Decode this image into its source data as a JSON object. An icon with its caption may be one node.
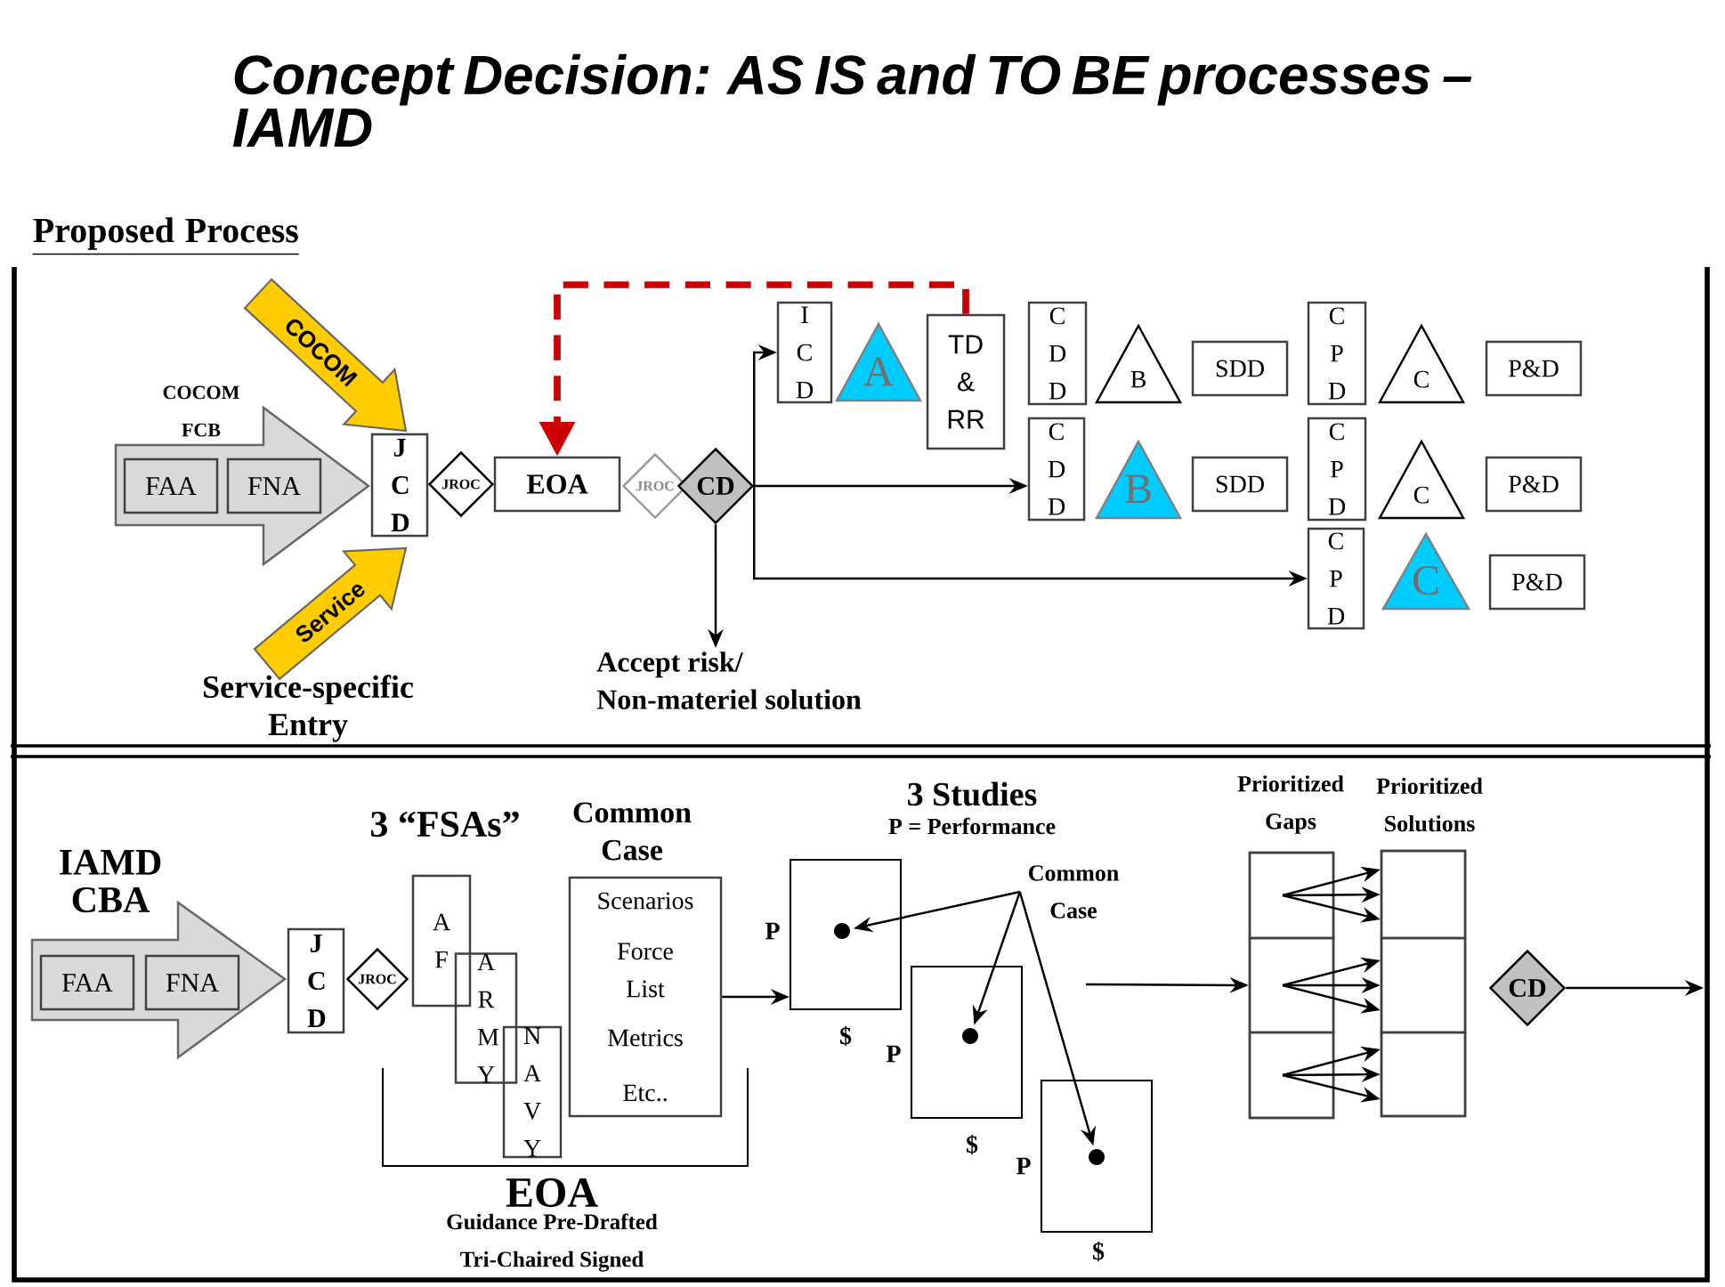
{
  "diagram": {
    "title": "Concept Decision: AS IS and TO BE processes – IAMD",
    "nodes": [
      {
        "text": [
          "COCOM FCB"
        ]
      },
      {
        "text": [
          "FAA"
        ],
        "in": 0
      },
      {
        "text": [
          "FNA"
        ],
        "in": 0
      },
      {
        "text": [
          "COCOM"
        ]
      },
      {
        "text": [
          "Service"
        ]
      },
      {
        "text": [
          "J C D"
        ]
      },
      {
        "text": [
          "JROC"
        ]
      },
      {
        "text": [
          "EOA"
        ]
      },
      {
        "text": [
          "JROC"
        ]
      },
      {
        "text": [
          "CD"
        ]
      },
      {
        "text": [
          "Accept risk/ Non-materiel solution"
        ]
      },
      {
        "text": [
          "I C D"
        ]
      },
      {
        "text": [
          "A"
        ]
      },
      {
        "text": [
          "TD & RR"
        ]
      },
      {
        "text": [
          "C D D"
        ]
      },
      {
        "text": [
          "B"
        ]
      },
      {
        "text": [
          "SDD"
        ]
      },
      {
        "text": [
          "C P D"
        ]
      },
      {
        "text": [
          "C"
        ]
      },
      {
        "text": [
          "P&D"
        ]
      },
      {
        "text": [
          "C D D"
        ]
      },
      {
        "text": [
          "B"
        ]
      },
      {
        "text": [
          "SDD"
        ]
      },
      {
        "text": [
          "C P D"
        ]
      },
      {
        "text": [
          "C"
        ]
      },
      {
        "text": [
          "P&D"
        ]
      },
      {
        "text": [
          "C P D"
        ]
      },
      {
        "text": [
          "C"
        ]
      },
      {
        "text": [
          "P&D"
        ]
      },
      {
        "text": [
          "IAMD CBA"
        ]
      },
      {
        "text": [
          "FAA"
        ],
        "in": 29
      },
      {
        "text": [
          "FNA"
        ],
        "in": 29
      },
      {
        "text": [
          "J C D"
        ]
      },
      {
        "text": [
          "JROC"
        ]
      },
      {
        "text": [
          "A F"
        ]
      },
      {
        "text": [
          "A R M Y"
        ]
      },
      {
        "text": [
          "N A V Y"
        ]
      },
      {
        "text": [
          "Common Case",
          "Scenarios",
          "Force List",
          "Metrics",
          "Etc.."
        ]
      },
      {
        "text": [],
        "shape": "box",
        "beside": [
          "P",
          "$"
        ]
      },
      {
        "text": [],
        "shape": "circle",
        "in": 38
      },
      {
        "text": [],
        "shape": "box",
        "beside": [
          "P",
          "$"
        ]
      },
      {
        "text": [],
        "shape": "circle",
        "in": 40
      },
      {
        "text": [],
        "shape": "box",
        "beside": [
          "P",
          "$"
        ]
      },
      {
        "text": [],
        "shape": "circle",
        "in": 42
      },
      {
        "text": [
          "Common Case"
        ]
      },
      {
        "text": [
          "Prioritized Gaps"
        ]
      },
      {
        "text": [],
        "shape": "box",
        "in": 45
      },
      {
        "text": [],
        "shape": "box",
        "in": 45
      },
      {
        "text": [],
        "shape": "box",
        "in": 45
      },
      {
        "text": [
          "Prioritized Solutions"
        ]
      },
      {
        "text": [],
        "shape": "box",
        "in": 49
      },
      {
        "text": [],
        "shape": "box",
        "in": 49
      },
      {
        "text": [],
        "shape": "box",
        "in": 49
      },
      {
        "text": [
          "CD"
        ]
      }
    ],
    "edges": [
      {
        "from": 13,
        "to": 7,
        "arrow": "to",
        "style": "dashed",
        "color": "#cc0000"
      },
      {
        "from": 9,
        "to": 10,
        "arrow": "to"
      },
      {
        "from": 9,
        "to": 11,
        "arrow": "to"
      },
      {
        "from": 9,
        "to": 20,
        "arrow": "to"
      },
      {
        "from": 9,
        "to": 26,
        "arrow": "to"
      },
      {
        "from": 37,
        "to": 38,
        "arrow": "to"
      },
      {
        "from": null,
        "to": 45,
        "arrow": "to"
      },
      {
        "from": 46,
        "to": 50,
        "arrow": "to"
      },
      {
        "from": 46,
        "to": 50,
        "arrow": "to"
      },
      {
        "from": 46,
        "to": 50,
        "arrow": "to"
      },
      {
        "from": 47,
        "to": 51,
        "arrow": "to"
      },
      {
        "from": 47,
        "to": 51,
        "arrow": "to"
      },
      {
        "from": 47,
        "to": 51,
        "arrow": "to"
      },
      {
        "from": 48,
        "to": 52,
        "arrow": "to"
      },
      {
        "from": 48,
        "to": 52,
        "arrow": "to"
      },
      {
        "from": 48,
        "to": 52,
        "arrow": "to"
      },
      {
        "from": 44,
        "to": 39,
        "arrow": "to"
      },
      {
        "from": 44,
        "to": 41,
        "arrow": "to"
      },
      {
        "from": 44,
        "to": 43,
        "arrow": "to"
      },
      {
        "from": 53,
        "to": null,
        "arrow": "to"
      }
    ],
    "labels": [
      "Proposed Process",
      "Service-specific Entry",
      "3 “FSAs”",
      "EOA",
      "Guidance Pre-Drafted Tri-Chaired Signed",
      "3 Studies",
      "P = Performance"
    ]
  }
}
